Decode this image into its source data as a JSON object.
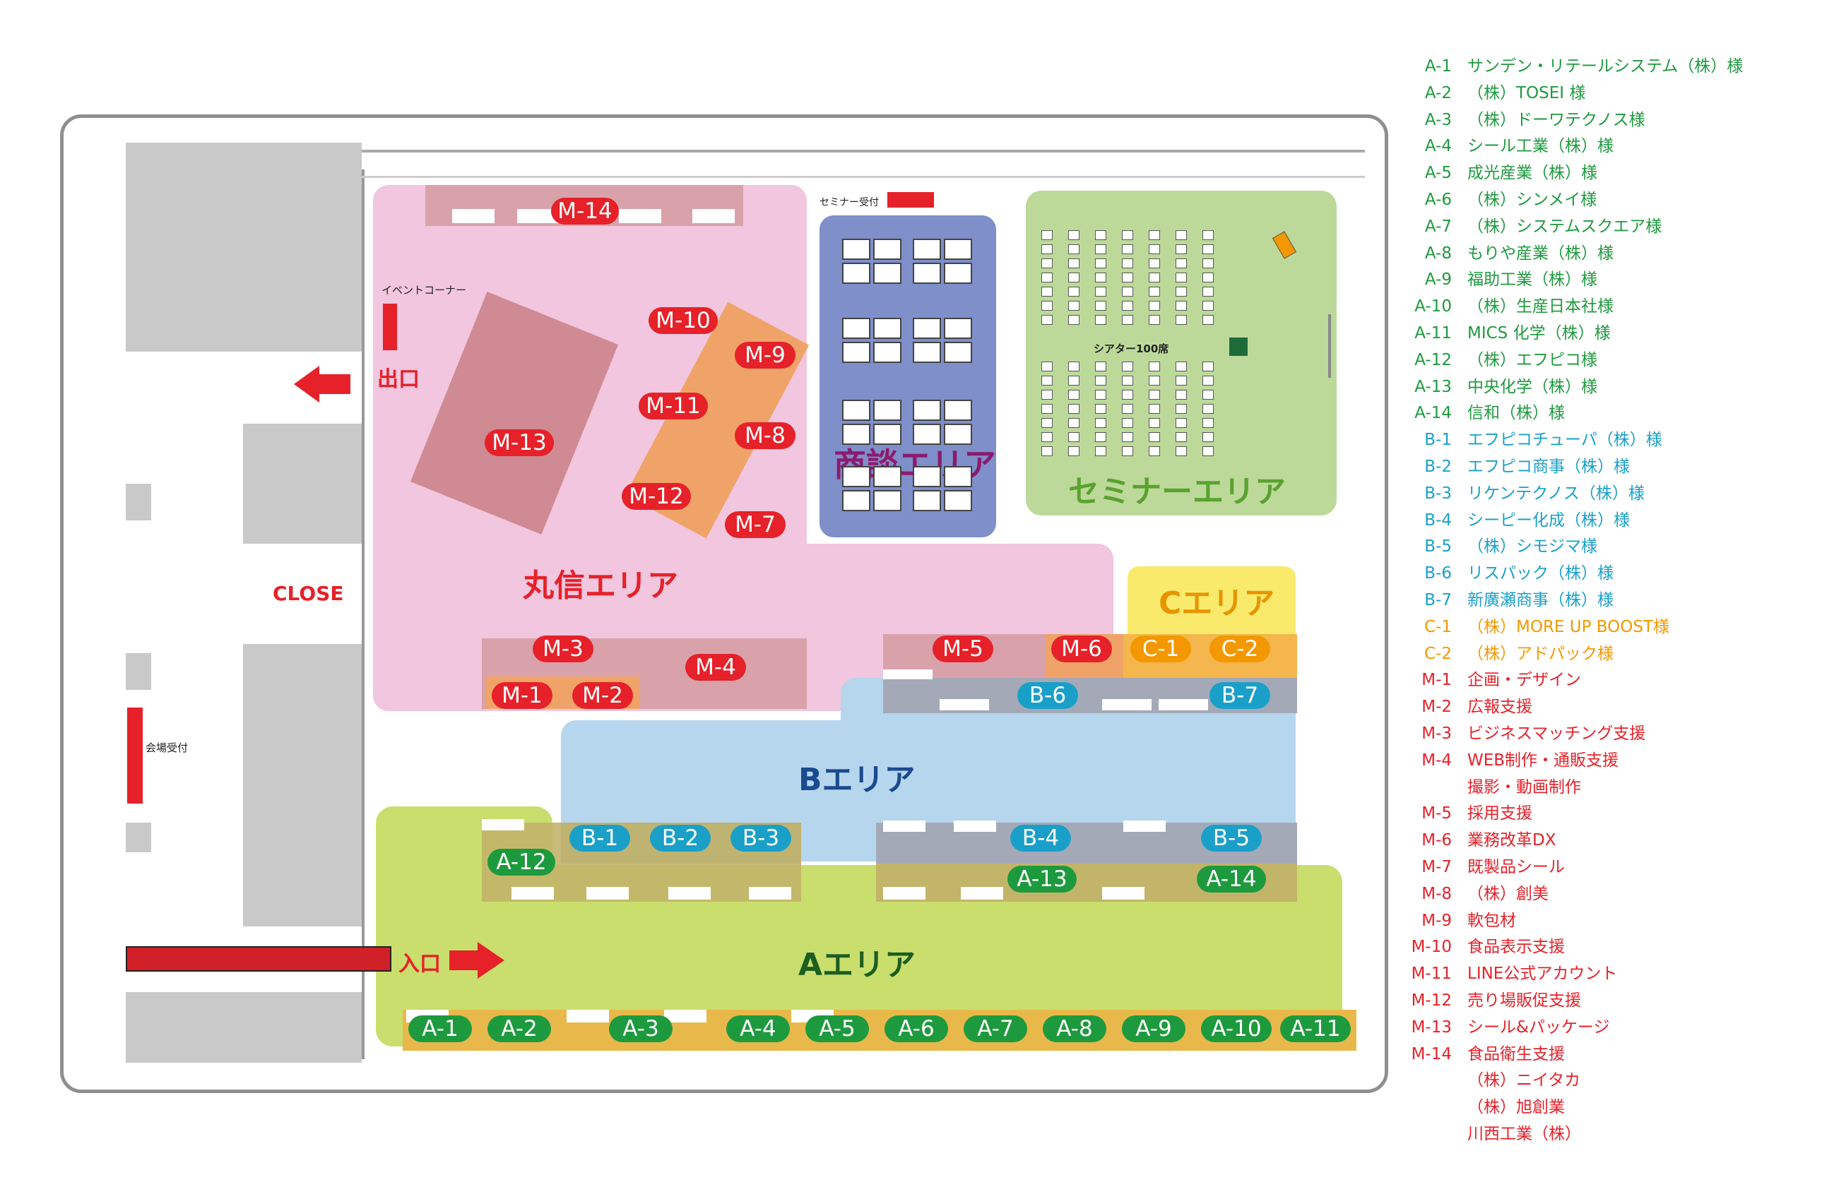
{
  "zones": {
    "marunobu": "丸信エリア",
    "shodan": "商談エリア",
    "seminar": "セミナーエリア",
    "c_area": "Cエリア",
    "b_area": "Bエリア",
    "a_area": "Aエリア"
  },
  "labels": {
    "event_corner": "イベントコーナー",
    "exit": "出口",
    "close": "CLOSE",
    "reception": "会場受付",
    "entrance": "入口",
    "seminar_reception": "セミナー受付",
    "theater": "シアター100席"
  },
  "booths": {
    "M-14": "M-14",
    "M-10": "M-10",
    "M-9": "M-9",
    "M-11": "M-11",
    "M-8": "M-8",
    "M-13": "M-13",
    "M-12": "M-12",
    "M-7": "M-7",
    "M-3": "M-3",
    "M-4": "M-4",
    "M-1": "M-1",
    "M-2": "M-2",
    "M-5": "M-5",
    "M-6": "M-6",
    "C-1": "C-1",
    "C-2": "C-2",
    "B-6": "B-6",
    "B-7": "B-7",
    "B-1": "B-1",
    "B-2": "B-2",
    "B-3": "B-3",
    "B-4": "B-4",
    "B-5": "B-5",
    "A-12": "A-12",
    "A-13": "A-13",
    "A-14": "A-14",
    "A-1": "A-1",
    "A-2": "A-2",
    "A-3": "A-3",
    "A-4": "A-4",
    "A-5": "A-5",
    "A-6": "A-6",
    "A-7": "A-7",
    "A-8": "A-8",
    "A-9": "A-9",
    "A-10": "A-10",
    "A-11": "A-11"
  },
  "legend": [
    {
      "code": "A-1",
      "name": "サンデン・リテールシステム（株）様",
      "group": "a"
    },
    {
      "code": "A-2",
      "name": "（株）TOSEI 様",
      "group": "a"
    },
    {
      "code": "A-3",
      "name": "（株）ドーワテクノス様",
      "group": "a"
    },
    {
      "code": "A-4",
      "name": "シール工業（株）様",
      "group": "a"
    },
    {
      "code": "A-5",
      "name": "成光産業（株）様",
      "group": "a"
    },
    {
      "code": "A-6",
      "name": "（株）シンメイ様",
      "group": "a"
    },
    {
      "code": "A-7",
      "name": "（株）システムスクエア様",
      "group": "a"
    },
    {
      "code": "A-8",
      "name": "もりや産業（株）様",
      "group": "a"
    },
    {
      "code": "A-9",
      "name": "福助工業（株）様",
      "group": "a"
    },
    {
      "code": "A-10",
      "name": "（株）生産日本社様",
      "group": "a"
    },
    {
      "code": "A-11",
      "name": "MICS 化学（株）様",
      "group": "a"
    },
    {
      "code": "A-12",
      "name": "（株）エフピコ様",
      "group": "a"
    },
    {
      "code": "A-13",
      "name": "中央化学（株）様",
      "group": "a"
    },
    {
      "code": "A-14",
      "name": "信和（株）様",
      "group": "a"
    },
    {
      "code": "B-1",
      "name": "エフピコチューパ（株）様",
      "group": "b"
    },
    {
      "code": "B-2",
      "name": "エフピコ商事（株）様",
      "group": "b"
    },
    {
      "code": "B-3",
      "name": "リケンテクノス（株）様",
      "group": "b"
    },
    {
      "code": "B-4",
      "name": "シーピー化成（株）様",
      "group": "b"
    },
    {
      "code": "B-5",
      "name": "（株）シモジマ様",
      "group": "b"
    },
    {
      "code": "B-6",
      "name": "リスパック（株）様",
      "group": "b"
    },
    {
      "code": "B-7",
      "name": "新廣瀬商事（株）様",
      "group": "b"
    },
    {
      "code": "C-1",
      "name": "（株）MORE UP BOOST様",
      "group": "c"
    },
    {
      "code": "C-2",
      "name": "（株）アドパック様",
      "group": "c"
    },
    {
      "code": "M-1",
      "name": "企画・デザイン",
      "group": "m"
    },
    {
      "code": "M-2",
      "name": "広報支援",
      "group": "m"
    },
    {
      "code": "M-3",
      "name": "ビジネスマッチング支援",
      "group": "m"
    },
    {
      "code": "M-4",
      "name": "WEB制作・通販支援",
      "group": "m"
    },
    {
      "code": "",
      "name": "撮影・動画制作",
      "group": "m"
    },
    {
      "code": "M-5",
      "name": "採用支援",
      "group": "m"
    },
    {
      "code": "M-6",
      "name": "業務改革DX",
      "group": "m"
    },
    {
      "code": "M-7",
      "name": "既製品シール",
      "group": "m"
    },
    {
      "code": "M-8",
      "name": "（株）創美",
      "group": "m"
    },
    {
      "code": "M-9",
      "name": "軟包材",
      "group": "m"
    },
    {
      "code": "M-10",
      "name": "食品表示支援",
      "group": "m"
    },
    {
      "code": "M-11",
      "name": "LINE公式アカウント",
      "group": "m"
    },
    {
      "code": "M-12",
      "name": "売り場販促支援",
      "group": "m"
    },
    {
      "code": "M-13",
      "name": "シール&パッケージ",
      "group": "m"
    },
    {
      "code": "M-14",
      "name": "食品衛生支援",
      "group": "m"
    },
    {
      "code": "",
      "name": "（株）ニイタカ",
      "group": "m"
    },
    {
      "code": "",
      "name": "（株）旭創業",
      "group": "m"
    },
    {
      "code": "",
      "name": "川西工業（株）",
      "group": "m"
    }
  ],
  "colors": {
    "marunobu_zone": "#f1c6de",
    "shodan_zone": "#7f8fc9",
    "seminar_zone": "#bcd99a",
    "c_zone": "#f9ea6c",
    "b_zone": "#b5d6ed",
    "a_zone": "#c9de6d",
    "red": "#e62129"
  }
}
